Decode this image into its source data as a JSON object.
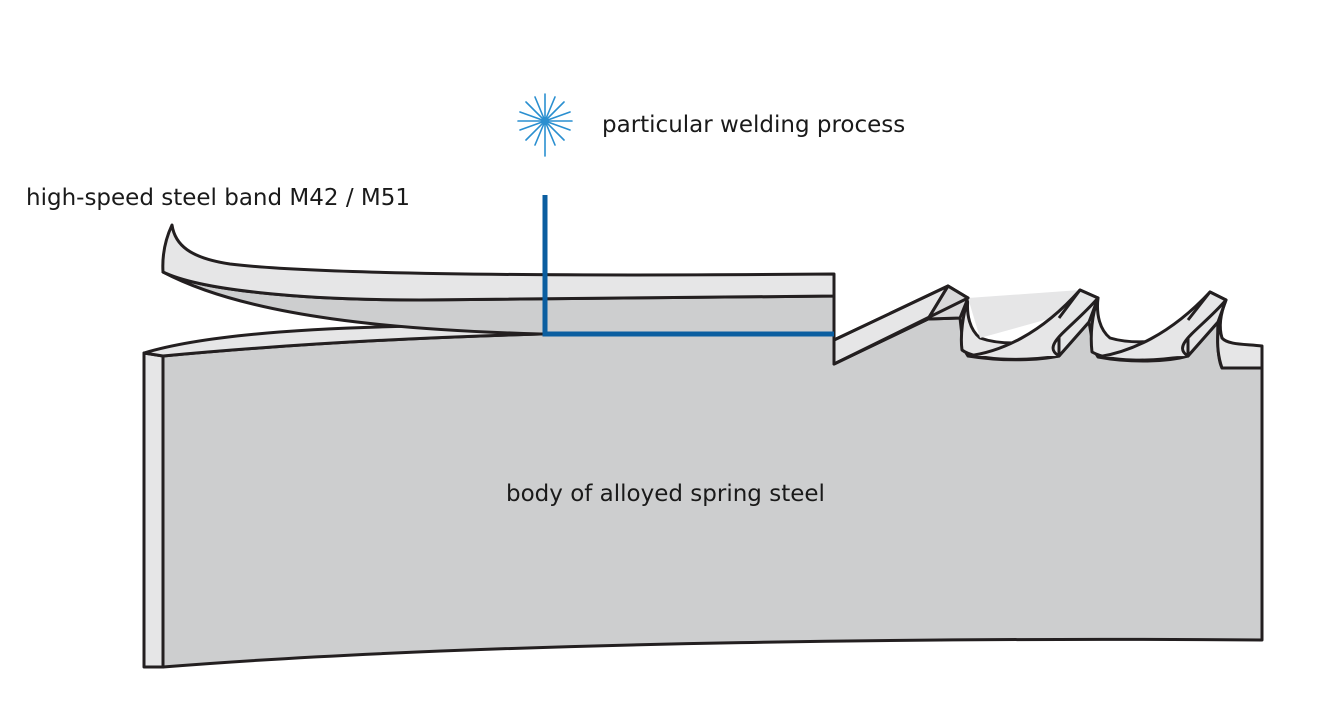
{
  "labels": {
    "welding": "particular welding process",
    "band": "high-speed steel band M42 / M51",
    "body": "body of alloyed spring steel"
  },
  "colors": {
    "body_face": "#cdcecf",
    "edge_face": "#e6e6e7",
    "outline": "#231f20",
    "weld_line": "#0b5ea0",
    "spark": "#2a8fd0"
  },
  "icons": {
    "welding": "spark-icon"
  }
}
